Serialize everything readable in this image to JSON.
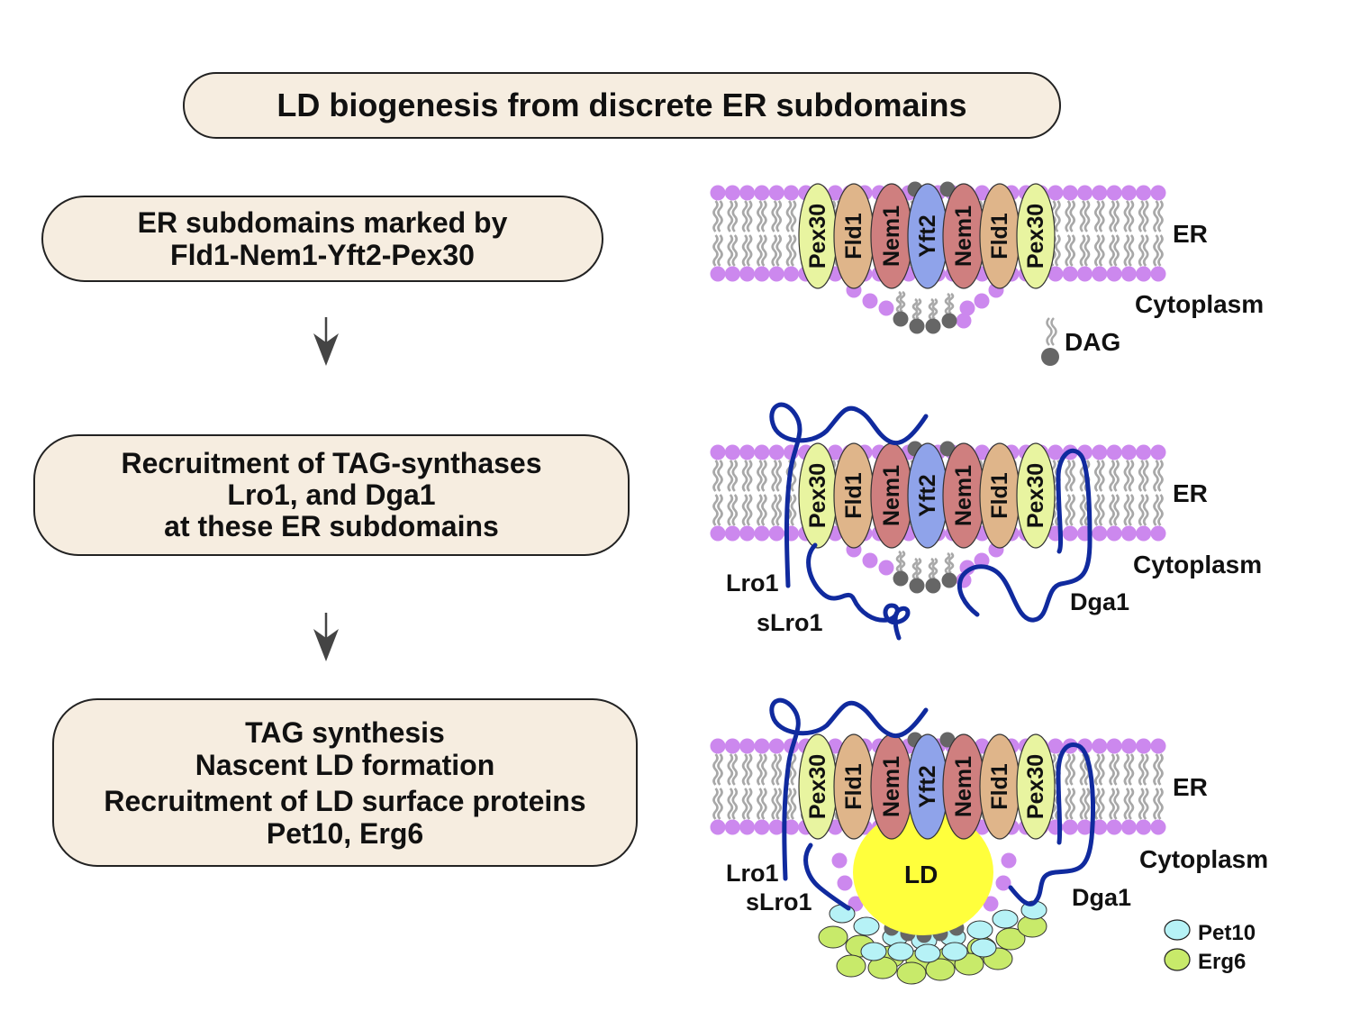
{
  "title": "LD biogenesis from discrete ER subdomains",
  "steps": [
    {
      "lines": [
        "ER subdomains marked by",
        "Fld1-Nem1-Yft2-Pex30"
      ]
    },
    {
      "lines": [
        "Recruitment of TAG-synthases",
        "Lro1, and Dga1",
        "at these ER subdomains"
      ]
    },
    {
      "lines": [
        "TAG synthesis",
        "Nascent LD formation",
        "Recruitment of LD surface proteins",
        "Pet10, Erg6"
      ]
    }
  ],
  "proteins": [
    "Pex30",
    "Fld1",
    "Nem1",
    "Yft2",
    "Nem1",
    "Fld1",
    "Pex30"
  ],
  "labels": {
    "er": "ER",
    "cytoplasm": "Cytoplasm",
    "dag": "DAG",
    "lro1": "Lro1",
    "slro1": "sLro1",
    "dga1": "Dga1",
    "ld": "LD",
    "pet10": "Pet10",
    "erg6": "Erg6"
  },
  "colors": {
    "box_fill": "#f6ede0",
    "lipid_head": "#cc88ee",
    "lipid_tail": "#a8a8a8",
    "dag": "#666666",
    "pex30": "#e8f4a0",
    "fld1": "#dfb58a",
    "nem1": "#cf7f7f",
    "yft2": "#8fa3ea",
    "enzyme_line": "#102a9e",
    "ld": "#ffff3c",
    "pet10": "#b6f2f6",
    "erg6": "#c8ea6a",
    "arrow": "#444444"
  }
}
